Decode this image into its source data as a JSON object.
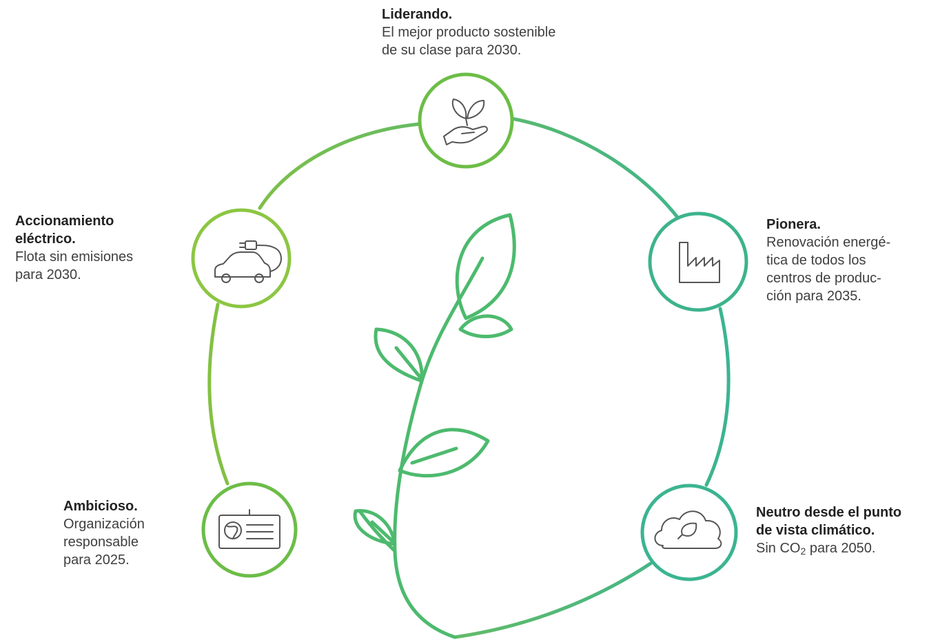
{
  "colors": {
    "ring_start": "#86c140",
    "ring_end": "#3bb491",
    "node_green": "#6cbd47",
    "node_teal": "#3db38d",
    "icon": "#555555",
    "title": "#222222",
    "text": "#3f3f3f"
  },
  "milestones": {
    "top": {
      "icon": "hand-with-sprout-icon",
      "title": "Liderando.",
      "desc": "El mejor producto sostenible\nde su clase para 2030."
    },
    "left": {
      "icon": "electric-car-plug-icon",
      "title": "Accionamiento\neléctrico.",
      "desc": "Flota sin emisiones\npara 2030."
    },
    "right": {
      "icon": "factory-icon",
      "title": "Pionera.",
      "desc": "Renovación energé-\ntica de todos los\ncentros de produc-\nción para 2035."
    },
    "bottom_left": {
      "icon": "id-badge-globe-icon",
      "title": "Ambicioso.",
      "desc": "Organización\nresponsable\npara 2025."
    },
    "bottom_right": {
      "icon": "cloud-leaf-icon",
      "title": "Neutro desde el punto\nde vista climático.",
      "desc_prefix": "Sin CO",
      "desc_sub": "2",
      "desc_suffix": " para 2050."
    }
  }
}
